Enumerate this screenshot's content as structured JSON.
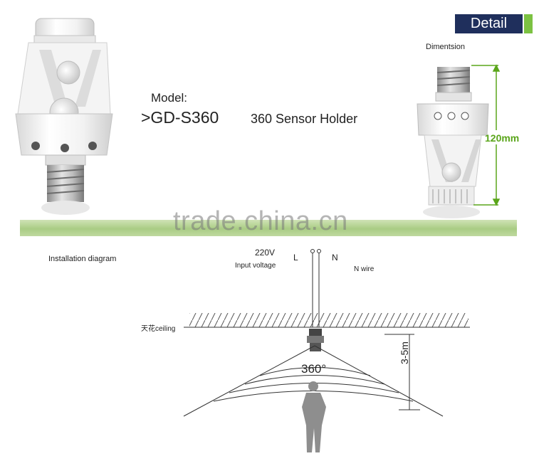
{
  "header": {
    "detail_tab": "Detail",
    "dimension_label": "Dimentsion"
  },
  "product": {
    "model_label": "Model:",
    "model_code": ">GD-S360",
    "name": "360 Sensor Holder"
  },
  "dimension": {
    "height_value": "120mm"
  },
  "watermark": "trade.china.cn",
  "installation": {
    "title": "Installation diagram",
    "voltage_value": "220V",
    "voltage_caption": "Input voltage",
    "wire_l": "L",
    "wire_n": "N",
    "n_wire_caption": "N wire",
    "ceiling_label": "天花ceiling",
    "detection_angle": "360°",
    "mount_height": "3-5m"
  },
  "colors": {
    "detail_tab_bg": "#1f2f5c",
    "accent_green": "#7cc242",
    "dimension_green": "#5aa51a"
  }
}
